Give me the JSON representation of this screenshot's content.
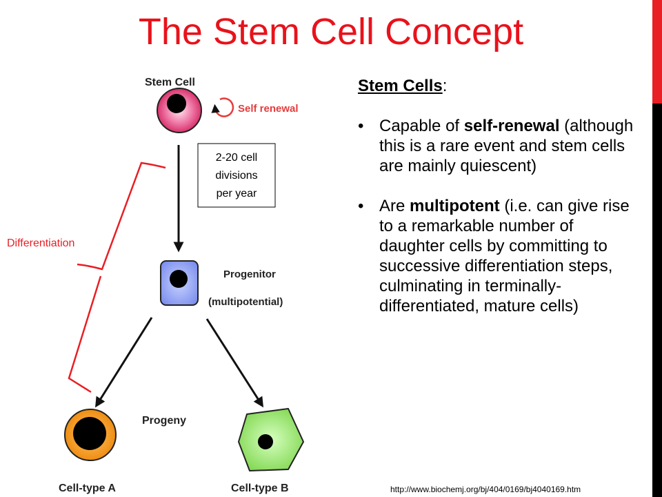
{
  "title": "The Stem Cell Concept",
  "colors": {
    "title_red": "#e8121b",
    "bar_red": "#e81f25",
    "bar_black": "#000000",
    "stem_pink": "#e0457c",
    "progenitor_blue": "#8c9cf4",
    "type_a_orange": "#f39a1e",
    "type_b_green": "#8ee060"
  },
  "diagram": {
    "stem_cell_label": "Stem Cell",
    "self_renewal_label": "Self renewal",
    "divisions_box": [
      "2-20 cell",
      "divisions",
      "per year"
    ],
    "differentiation_label": "Differentiation",
    "progenitor_label": "Progenitor",
    "multipotential_label": "(multipotential)",
    "progeny_label": "Progeny",
    "cell_type_a_label": "Cell-type A",
    "cell_type_b_label": "Cell-type B"
  },
  "text": {
    "heading": "Stem Cells",
    "heading_colon": ":",
    "bullet1": {
      "before": "Capable of ",
      "bold": "self-renewal",
      "after": " (although this is a rare event and stem cells are mainly quiescent)"
    },
    "bullet2": {
      "before": "Are ",
      "bold": "multipotent",
      "after": " (i.e. can give rise to a remarkable number of daughter cells by committing to successive differentiation steps, culminating in terminally-differentiated, mature cells)"
    }
  },
  "source_url": "http://www.biochemj.org/bj/404/0169/bj4040169.htm"
}
